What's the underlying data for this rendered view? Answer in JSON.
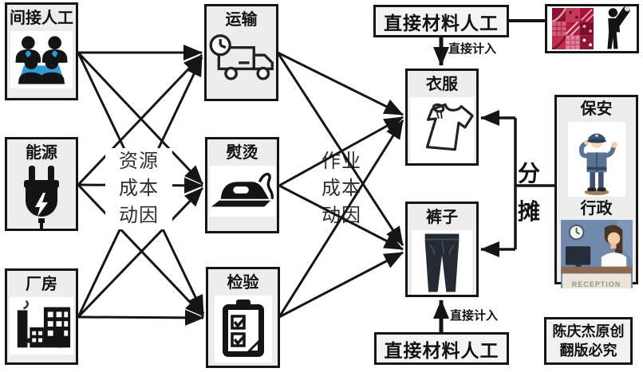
{
  "diagram": {
    "resources": [
      {
        "label": "间接人工",
        "icon": "team-icon"
      },
      {
        "label": "能源",
        "icon": "plug-icon"
      },
      {
        "label": "厂房",
        "icon": "factory-icon"
      }
    ],
    "activities": [
      {
        "label": "运输",
        "icon": "truck-clock-icon"
      },
      {
        "label": "熨烫",
        "icon": "iron-icon"
      },
      {
        "label": "检验",
        "icon": "checklist-icon"
      }
    ],
    "products": [
      {
        "label": "衣服",
        "icon": "shirt-icon"
      },
      {
        "label": "裤子",
        "icon": "pants-icon"
      }
    ],
    "resource_driver": {
      "line1": "资源",
      "line2": "成本",
      "line3": "动因"
    },
    "activity_driver": {
      "line1": "作业",
      "line2": "成本",
      "line3": "动因"
    },
    "direct_top": {
      "label": "直接材料人工",
      "arrow_label": "直接计入"
    },
    "direct_bottom": {
      "label": "直接材料人工",
      "arrow_label": "直接计入"
    },
    "materials_icons": [
      "fabric-swatch-icon",
      "tailor-icon"
    ],
    "allocation": {
      "char1": "分",
      "char2": "摊"
    },
    "support_box": {
      "guard_label": "保安",
      "guard_icon": "security-guard-icon",
      "admin_label": "行政",
      "admin_icon": "reception-desk-icon",
      "reception_caption": "RECEPTION"
    },
    "watermark": {
      "line1": "陈庆杰原创",
      "line2": "翻版必究"
    }
  },
  "colors": {
    "line": "#151515",
    "box-bg": "#ededed",
    "panel": "#ffffff",
    "accent-blue": "#2f9bd6",
    "fabric-red": "#b01a42",
    "uniform-blue": "#5b7292",
    "wall-blue": "#7189ad",
    "desk-brown": "#8a6a52",
    "skin": "#f2cda8"
  }
}
